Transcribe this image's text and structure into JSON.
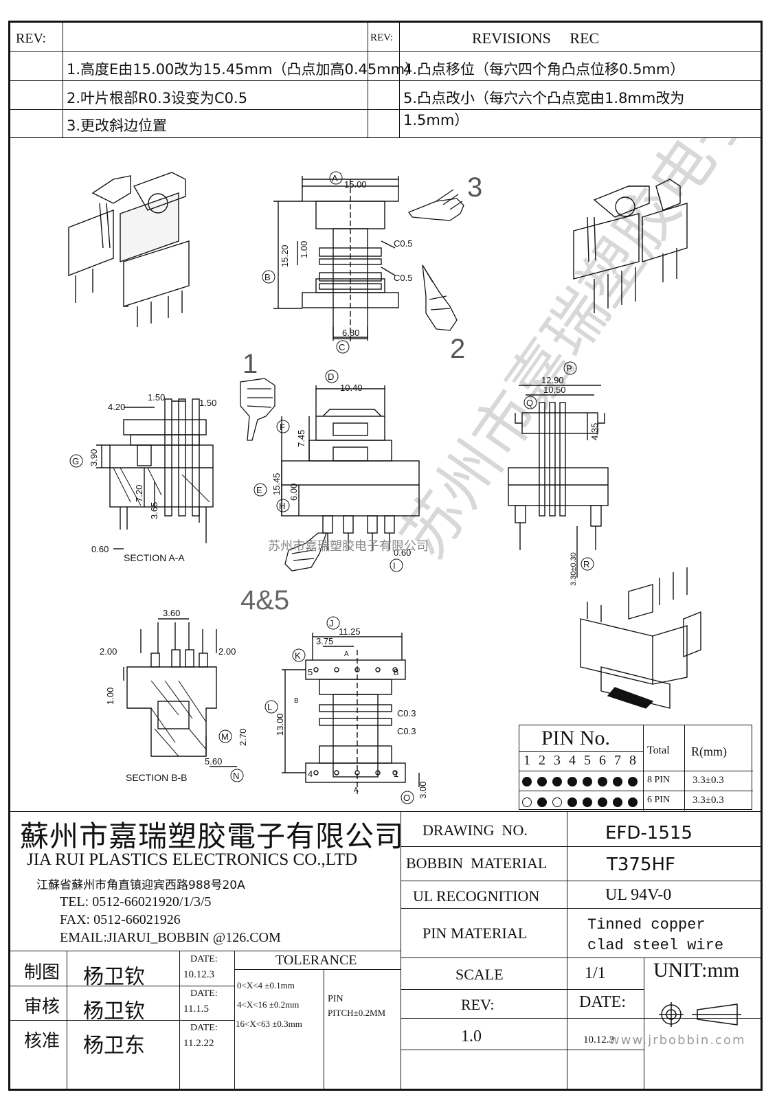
{
  "revisions": {
    "rev_label_left": "REV:",
    "rev_label_right": "REV:",
    "header_right": "REVISIONS     REC",
    "items": [
      "1.高度E由15.00改为15.45mm（凸点加高0.45mm）",
      "2.叶片根部R0.3设变为C0.5",
      "3.更改斜边位置",
      "4.凸点移位（每穴四个角凸点位移0.5mm）",
      "5.凸点改小（每穴六个凸点宽由1.8mm改为",
      "1.5mm）"
    ]
  },
  "drawing": {
    "top_view": {
      "label_A": "A",
      "dim_A": "15.00",
      "label_B": "B",
      "dim_B": "15.20",
      "label_C": "C",
      "dim_C": "6.80",
      "dim_1": "1.00",
      "chamfer_1": "C0.5",
      "chamfer_2": "C0.5",
      "note_3": "3",
      "note_2": "2"
    },
    "section_aa": {
      "dim_420": "4.20",
      "dim_150a": "1.50",
      "dim_150b": "1.50",
      "label_G": "G",
      "dim_390": "3.90",
      "dim_720": "7.20",
      "dim_365": "3.65",
      "dim_060": "0.60",
      "caption": "SECTION  A-A"
    },
    "front_view": {
      "note_1": "1",
      "label_D": "D",
      "dim_D": "10.40",
      "label_F": "F",
      "dim_F": "7.45",
      "label_E": "E",
      "dim_E": "15.45",
      "label_H": "H",
      "dim_H": "6.00",
      "label_I": "I",
      "dim_I": "0.60",
      "watermark": "苏州市嘉瑞塑胶电子有限公司",
      "note_45": "4&5"
    },
    "side_view": {
      "label_P": "P",
      "dim_P": "12.90",
      "label_Q": "Q",
      "dim_Q": "10.50",
      "dim_435": "4.35",
      "label_R": "R",
      "dim_R": "3.30±0.30"
    },
    "section_bb": {
      "dim_360": "3.60",
      "dim_200a": "2.00",
      "dim_200b": "2.00",
      "dim_100": "1.00",
      "label_M": "M",
      "dim_270": "2.70",
      "dim_560": "5.60",
      "label_N": "N",
      "caption": "SECTION  B-B"
    },
    "bottom_view": {
      "label_J": "J",
      "dim_J": "11.25",
      "label_K": "K",
      "dim_K": "3.75",
      "label_L": "L",
      "dim_L": "13.00",
      "chamfer_1": "C0.3",
      "chamfer_2": "C0.3",
      "label_O": "O",
      "dim_O": "3.00",
      "pin_5": "5",
      "pin_8": "8",
      "pin_4": "4",
      "pin_1": "1",
      "sec_a_top": "A",
      "sec_a_bot": "A",
      "sec_b": "B"
    }
  },
  "pin_table": {
    "title": "PIN No.",
    "pin_numbers": [
      "1",
      "2",
      "3",
      "4",
      "5",
      "6",
      "7",
      "8"
    ],
    "total_header": "Total",
    "r_header": "R(mm)",
    "rows": [
      {
        "pins": [
          1,
          1,
          1,
          1,
          1,
          1,
          1,
          1
        ],
        "total": "8 PIN",
        "r": "3.3±0.3"
      },
      {
        "pins": [
          0,
          1,
          0,
          1,
          1,
          1,
          1,
          1
        ],
        "total": "6 PIN",
        "r": "3.3±0.3"
      }
    ]
  },
  "company": {
    "name_cn": "蘇州市嘉瑞塑胶電子有限公司",
    "name_en": "JIA RUI PLASTICS ELECTRONICS CO.,LTD",
    "address": "江蘇省蘇州市角直镇迎宾西路988号20A",
    "tel": "TEL: 0512-66021920/1/3/5",
    "fax": "FAX: 0512-66021926",
    "email": "EMAIL:JIARUI_BOBBIN @126.COM"
  },
  "title_block": {
    "drawing_no_label": "DRAWING  NO.",
    "drawing_no": "EFD-1515",
    "bobbin_material_label": "BOBBIN  MATERIAL",
    "bobbin_material": "T375HF",
    "ul_label": "UL RECOGNITION",
    "ul_value": "UL 94V-0",
    "pin_material_label": "PIN MATERIAL",
    "pin_material_1": "Tinned copper",
    "pin_material_2": "clad steel wire",
    "scale_label": "SCALE",
    "scale_value": "1/1",
    "unit": "UNIT:mm",
    "rev_label": "REV:",
    "rev_value": "1.0",
    "date_label": "DATE:",
    "date_value": "10.12.3",
    "website": "www.jrbobbin.com"
  },
  "approvals": [
    {
      "role": "制图",
      "name": "杨卫钦",
      "date_label": "DATE:",
      "date": "10.12.3"
    },
    {
      "role": "审核",
      "name": "杨卫钦",
      "date_label": "DATE:",
      "date": "11.1.5"
    },
    {
      "role": "核准",
      "name": "杨卫东",
      "date_label": "DATE:",
      "date": "11.2.22"
    }
  ],
  "tolerance": {
    "title": "TOLERANCE",
    "lines": [
      "0<X<4  ±0.1mm",
      "4<X<16 ±0.2mm",
      "16<X<63 ±0.3mm"
    ],
    "pin_label": "PIN",
    "pin_pitch": "PITCH±0.2MM"
  }
}
